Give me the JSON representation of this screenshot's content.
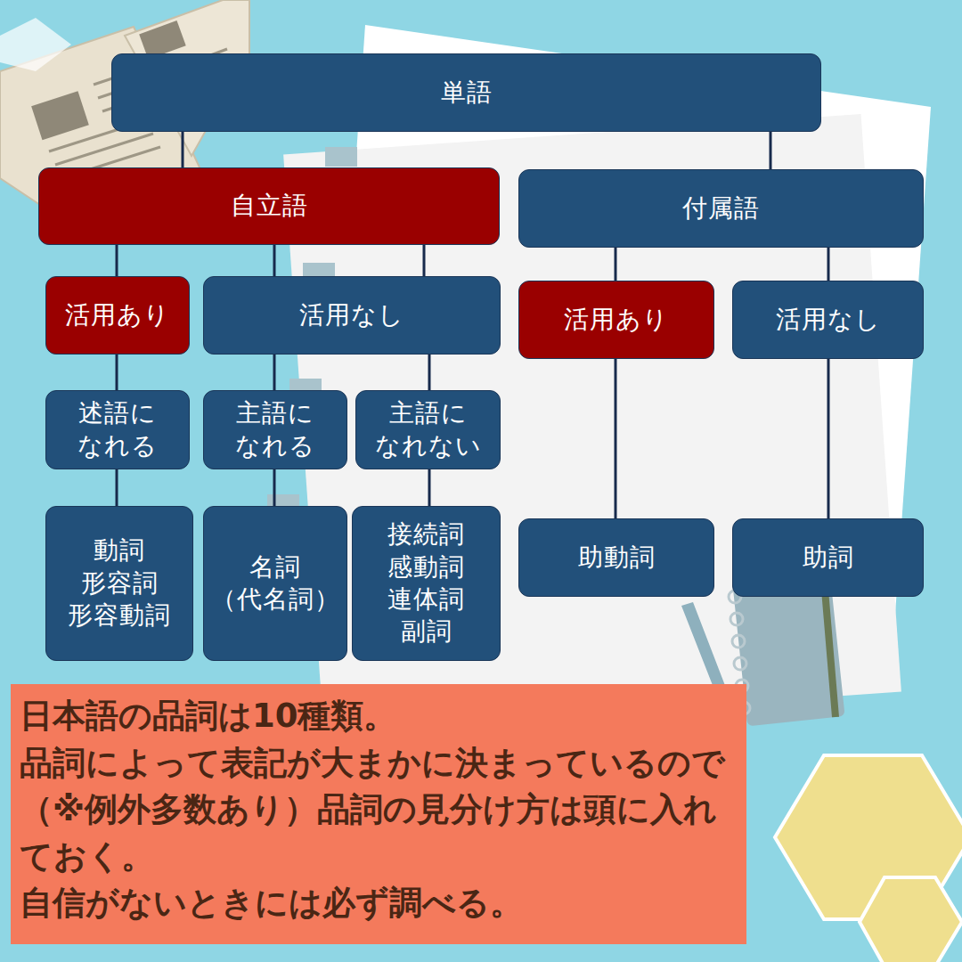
{
  "diagram": {
    "nodes": [
      {
        "text": [
          "単語"
        ]
      },
      {
        "text": [
          "自立語"
        ]
      },
      {
        "text": [
          "付属語"
        ]
      },
      {
        "text": [
          "活用あり"
        ]
      },
      {
        "text": [
          "活用なし"
        ]
      },
      {
        "text": [
          "活用あり"
        ]
      },
      {
        "text": [
          "活用なし"
        ]
      },
      {
        "text": [
          "述語に なれる"
        ]
      },
      {
        "text": [
          "主語に なれる"
        ]
      },
      {
        "text": [
          "主語に なれない"
        ]
      },
      {
        "text": [
          "動詞 形容詞 形容動詞"
        ]
      },
      {
        "text": [
          "名詞 （代名詞）"
        ]
      },
      {
        "text": [
          "接続詞 感動詞 連体詞 副詞"
        ]
      },
      {
        "text": [
          "助動詞"
        ]
      },
      {
        "text": [
          "助詞"
        ]
      },
      {
        "text": [
          "日本語の品詞は10種類。",
          "品詞によって表記が大まかに決まっているので（※例外多数あり）品詞の見分け方は頭に入れておく。",
          "自信がないときには必ず調べる。"
        ]
      }
    ],
    "edges": [
      {
        "from": 0,
        "to": 1,
        "arrow": "none"
      },
      {
        "from": 0,
        "to": 2,
        "arrow": "none"
      },
      {
        "from": 1,
        "to": 3,
        "arrow": "none"
      },
      {
        "from": 1,
        "to": 4,
        "arrow": "none"
      },
      {
        "from": 2,
        "to": 5,
        "arrow": "none"
      },
      {
        "from": 2,
        "to": 6,
        "arrow": "none"
      },
      {
        "from": 3,
        "to": 7,
        "arrow": "none"
      },
      {
        "from": 4,
        "to": 8,
        "arrow": "none"
      },
      {
        "from": 4,
        "to": 9,
        "arrow": "none"
      },
      {
        "from": 7,
        "to": 10,
        "arrow": "none"
      },
      {
        "from": 8,
        "to": 11,
        "arrow": "none"
      },
      {
        "from": 9,
        "to": 12,
        "arrow": "none"
      },
      {
        "from": 5,
        "to": 13,
        "arrow": "none"
      },
      {
        "from": 6,
        "to": 14,
        "arrow": "none"
      }
    ]
  }
}
